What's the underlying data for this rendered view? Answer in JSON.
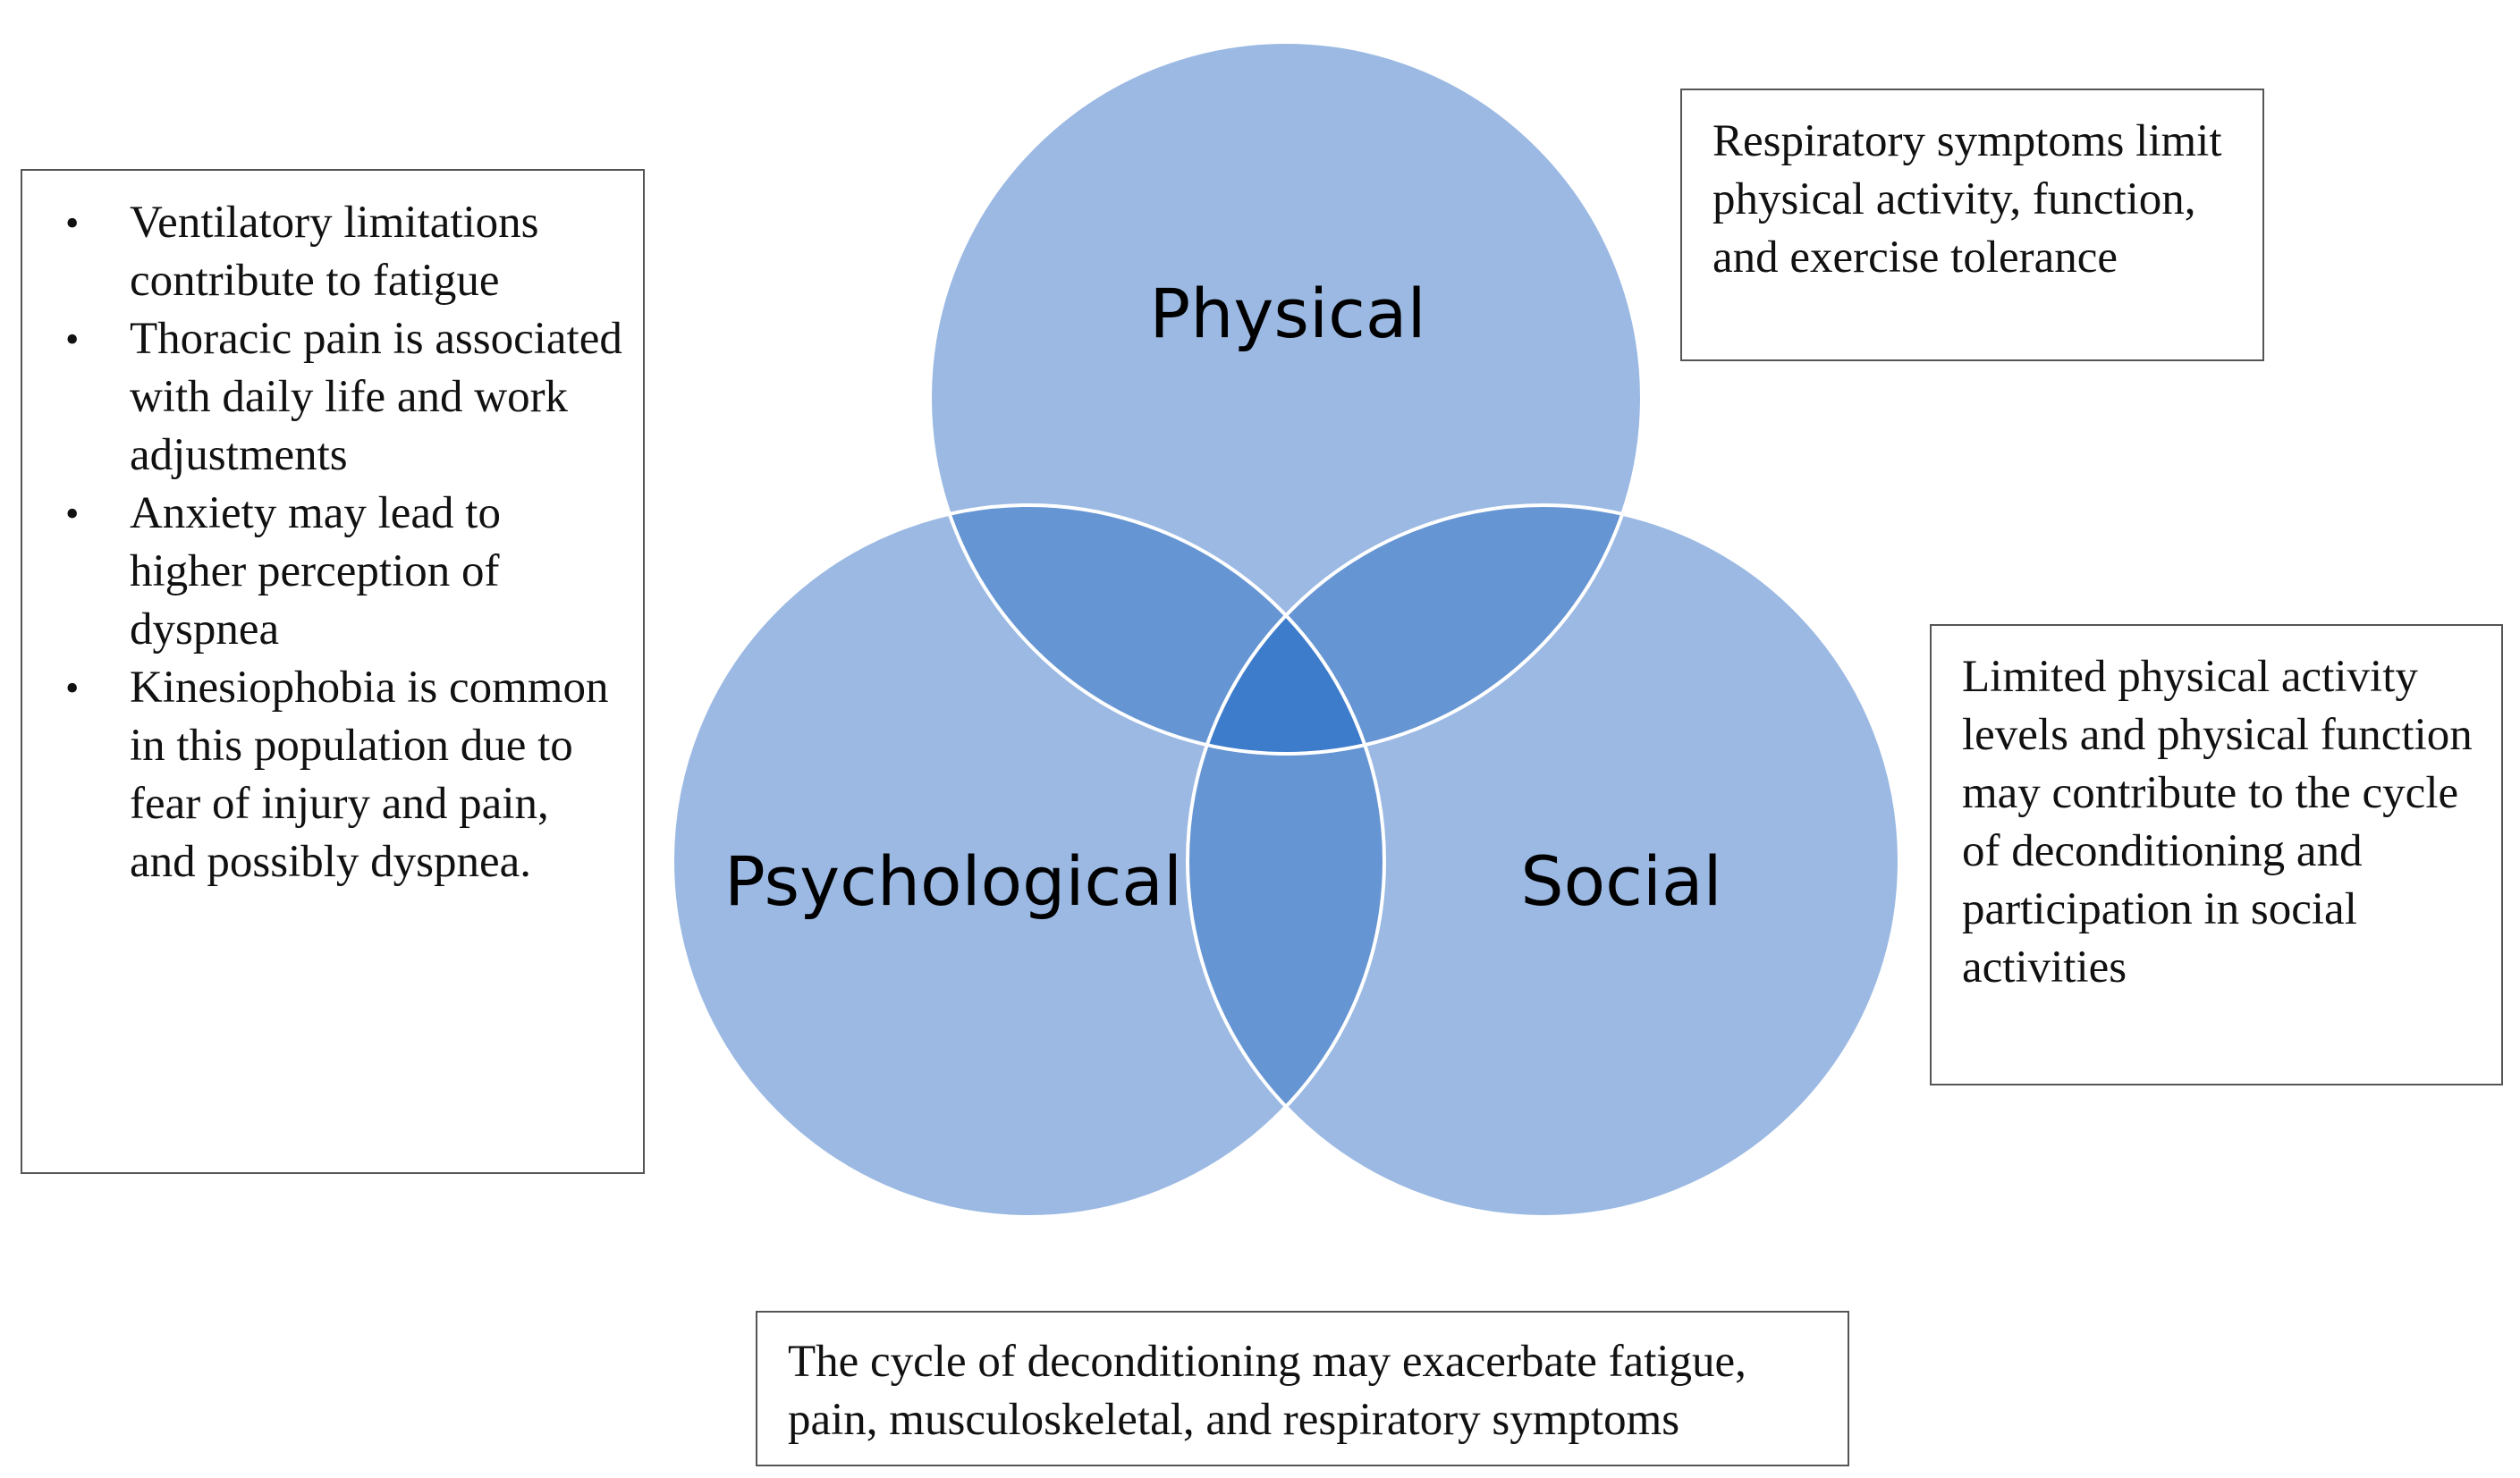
{
  "diagram": {
    "circles": {
      "physical": "Physical",
      "psychological": "Psychological",
      "social": "Social"
    },
    "colors": {
      "circle_fill": "#9bb9e3",
      "overlap_two": "#6695d3",
      "overlap_three": "#3d7ccb",
      "circle_outline": "#ffffff",
      "box_border": "#555555"
    }
  },
  "left_box": {
    "items": [
      "Ventilatory limitations contribute to fatigue",
      "Thoracic pain is associated with daily life and work adjustments",
      "Anxiety may lead to higher perception of dyspnea",
      "Kinesiophobia is common in this population due to fear of injury and pain, and possibly dyspnea."
    ]
  },
  "physical_box": {
    "text": "Respiratory symptoms limit physical activity, function, and exercise tolerance"
  },
  "social_box": {
    "text": "Limited physical activity levels and physical function may contribute to the cycle of deconditioning and participation in social activities"
  },
  "bottom_box": {
    "text": "The cycle of deconditioning may exacerbate fatigue, pain, musculoskeletal, and respiratory symptoms"
  }
}
